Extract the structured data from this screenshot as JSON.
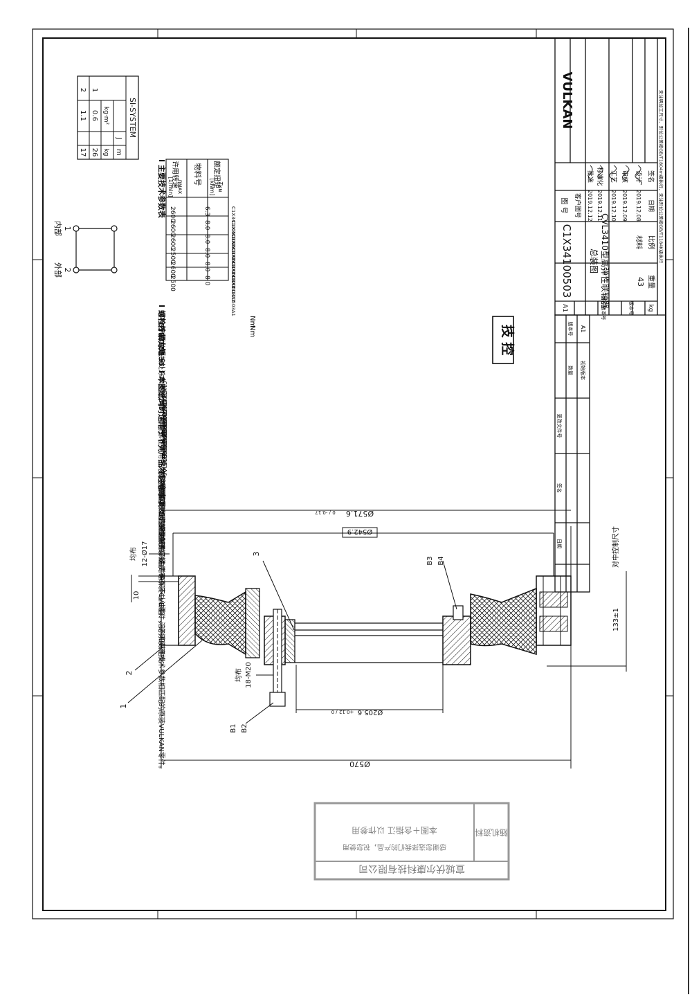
{
  "si_table": {
    "title": "SI-SYSTEM",
    "headers": [
      "J",
      "m"
    ],
    "units": [
      "kg·m²",
      "kg"
    ],
    "rows": [
      {
        "no": "1",
        "j": "0.6",
        "m": "26"
      },
      {
        "no": "2",
        "j": "1.1",
        "m": "17"
      }
    ]
  },
  "diagram": {
    "inner": "内部",
    "outer": "外部",
    "node1": "1",
    "node2": "2"
  },
  "spec": {
    "section_title": "I 主要技术参数表",
    "col_part": "物料号",
    "col_torque": "额定扭矩",
    "col_torque_sym": "Tᴋɴ",
    "col_torque_unit": "[kNm]",
    "col_speed": "许用转速",
    "col_speed_sym": "nᴍᴀx",
    "col_speed_unit": "[1/min]",
    "rows": [
      {
        "part": "C1X34100503A1",
        "torque": "6.3",
        "speed": "2600"
      },
      {
        "part": "C1X34100503A1",
        "torque": "8.0",
        "speed": "2600"
      },
      {
        "part": "C1X34100503A1",
        "torque": "8.0",
        "speed": "2600"
      },
      {
        "part": "C1X34100503A1",
        "torque": "8.0",
        "speed": "2500"
      },
      {
        "part": "C1X34100503A1",
        "torque": "8.0",
        "speed": "2600"
      },
      {
        "part": "C1X34100503A1",
        "torque": "8.0",
        "speed": "2500"
      }
    ]
  },
  "bolt": {
    "title": "I 螺栓拧紧力矩",
    "line1": "序B1=305±30",
    "line2": "序B3=85±6",
    "unit": "Nm",
    "note": "螺纹联接处涂乐泰胶243，所有螺栓需用扭力扳手锁紧。"
  },
  "applicable": {
    "title": "I 本图纸同时适用于下列产品物料号",
    "items": [
      "C1X34100503A1",
      "C1X34100503A2",
      "C1X34100503A3",
      "C1X34100503A4",
      "C1X34100503A5",
      "C1X34100503A6"
    ]
  },
  "notes": {
    "title": "I 注意事项",
    "l1": "对中控制尺寸在热态下有效。",
    "l2": "橡胶表面应避免接触到油并确保不让油脂、溶剂和其他化",
    "l3": "学物质接触橡胶。",
    "l4": "如更换零部件，请使用原装CVL零件，必须使用技术参数相匹配的原装VULKAN零件。"
  },
  "stamp_control": "技 控",
  "drawing": {
    "d5716": "Ø571.6",
    "d5716_tol": "0 / -0.17",
    "d5429": "Ø542.9",
    "d570": "Ø570",
    "d2056": "Ø205.6",
    "d2056_tol": "+0.12 / 0",
    "holes_outer": "12-Ø17",
    "holes_outer_note": "均布",
    "holes_inner": "18-M20",
    "holes_inner_note": "均布",
    "dim10": "10",
    "dim133": "133±1",
    "align": "对中控制尺寸",
    "item1": "1",
    "item2": "2",
    "item3": "3",
    "b1": "B1",
    "b2": "B2",
    "b3": "B3",
    "b4": "B4"
  },
  "title_block": {
    "top_note": "未注明加工尺寸、形位公差按GB/T1804m级执行，未注形位公差按GB/T1184K级执行",
    "sign_label": "签名",
    "date_label": "日期",
    "scale_label": "比例",
    "weight_label": "重量",
    "weight_value": "43",
    "weight_unit": "kg",
    "material_label": "材料",
    "design": "设计",
    "check": "审核",
    "process": "工艺",
    "standard": "标准化",
    "approve": "批准",
    "date1": "2019.12.08",
    "date2": "2019.12.09",
    "date3": "2019.12.10",
    "date4": "2019.12.11",
    "date5": "2019.12.12",
    "title1": "CVL3410型高弹性联轴器",
    "title2": "总装图",
    "customer_no": "客户图号",
    "drawing_no_label": "图 号",
    "drawing_no": "C1X34100503",
    "version_label": "版本号",
    "customer_version": "客户版本号",
    "size": "A1",
    "brand": "VULKAN",
    "rev_code": "A1",
    "rev_no": "版本号",
    "rev_qty": "数量",
    "rev_doc": "更改文件号",
    "rev_sign": "签名",
    "rev_date": "日期",
    "rev_remark": "初始版本"
  },
  "company_stamp": {
    "name": "宣城伏尔康科技有限公司",
    "left": "随机资料",
    "line1": "感谢您选择我们的产品，祝您使用",
    "line2": "本图＋含指江 以作参用"
  }
}
